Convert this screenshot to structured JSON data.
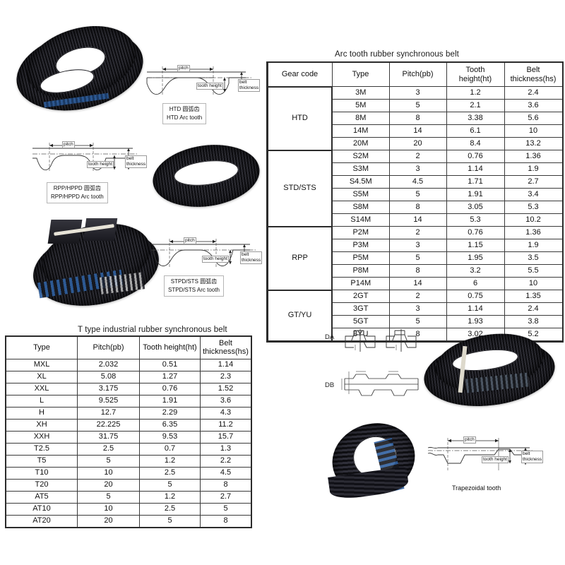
{
  "arc_table": {
    "title": "Arc tooth rubber synchronous belt",
    "columns": [
      "Gear code",
      "Type",
      "Pitch(pb)",
      "Tooth height(ht)",
      "Belt thickness(hs)"
    ],
    "column_lines": [
      [
        "Gear code"
      ],
      [
        "Type"
      ],
      [
        "Pitch(pb)"
      ],
      [
        "Tooth",
        "height(ht)"
      ],
      [
        "Belt",
        "thickness(hs)"
      ]
    ],
    "groups": [
      {
        "gear_code": "HTD",
        "rows": [
          {
            "type": "3M",
            "pitch": "3",
            "tooth_height": "1.2",
            "belt_thickness": "2.4"
          },
          {
            "type": "5M",
            "pitch": "5",
            "tooth_height": "2.1",
            "belt_thickness": "3.6"
          },
          {
            "type": "8M",
            "pitch": "8",
            "tooth_height": "3.38",
            "belt_thickness": "5.6"
          },
          {
            "type": "14M",
            "pitch": "14",
            "tooth_height": "6.1",
            "belt_thickness": "10"
          },
          {
            "type": "20M",
            "pitch": "20",
            "tooth_height": "8.4",
            "belt_thickness": "13.2"
          }
        ]
      },
      {
        "gear_code": "STD/STS",
        "rows": [
          {
            "type": "S2M",
            "pitch": "2",
            "tooth_height": "0.76",
            "belt_thickness": "1.36"
          },
          {
            "type": "S3M",
            "pitch": "3",
            "tooth_height": "1.14",
            "belt_thickness": "1.9"
          },
          {
            "type": "S4.5M",
            "pitch": "4.5",
            "tooth_height": "1.71",
            "belt_thickness": "2.7"
          },
          {
            "type": "S5M",
            "pitch": "5",
            "tooth_height": "1.91",
            "belt_thickness": "3.4"
          },
          {
            "type": "S8M",
            "pitch": "8",
            "tooth_height": "3.05",
            "belt_thickness": "5.3"
          },
          {
            "type": "S14M",
            "pitch": "14",
            "tooth_height": "5.3",
            "belt_thickness": "10.2"
          }
        ]
      },
      {
        "gear_code": "RPP",
        "rows": [
          {
            "type": "P2M",
            "pitch": "2",
            "tooth_height": "0.76",
            "belt_thickness": "1.36"
          },
          {
            "type": "P3M",
            "pitch": "3",
            "tooth_height": "1.15",
            "belt_thickness": "1.9"
          },
          {
            "type": "P5M",
            "pitch": "5",
            "tooth_height": "1.95",
            "belt_thickness": "3.5"
          },
          {
            "type": "P8M",
            "pitch": "8",
            "tooth_height": "3.2",
            "belt_thickness": "5.5"
          },
          {
            "type": "P14M",
            "pitch": "14",
            "tooth_height": "6",
            "belt_thickness": "10"
          }
        ]
      },
      {
        "gear_code": "GT/YU",
        "rows": [
          {
            "type": "2GT",
            "pitch": "2",
            "tooth_height": "0.75",
            "belt_thickness": "1.35"
          },
          {
            "type": "3GT",
            "pitch": "3",
            "tooth_height": "1.14",
            "belt_thickness": "2.4"
          },
          {
            "type": "5GT",
            "pitch": "5",
            "tooth_height": "1.93",
            "belt_thickness": "3.8"
          },
          {
            "type": "8YU",
            "pitch": "8",
            "tooth_height": "3.02",
            "belt_thickness": "5.2"
          }
        ]
      }
    ]
  },
  "ttype_table": {
    "title": "T type industrial rubber synchronous belt",
    "columns": [
      "Type",
      "Pitch(pb)",
      "Tooth height(ht)",
      "Belt thickness(hs)"
    ],
    "rows": [
      {
        "type": "MXL",
        "pitch": "2.032",
        "tooth_height": "0.51",
        "belt_thickness": "1.14"
      },
      {
        "type": "XL",
        "pitch": "5.08",
        "tooth_height": "1.27",
        "belt_thickness": "2.3"
      },
      {
        "type": "XXL",
        "pitch": "3.175",
        "tooth_height": "0.76",
        "belt_thickness": "1.52"
      },
      {
        "type": "L",
        "pitch": "9.525",
        "tooth_height": "1.91",
        "belt_thickness": "3.6"
      },
      {
        "type": "H",
        "pitch": "12.7",
        "tooth_height": "2.29",
        "belt_thickness": "4.3"
      },
      {
        "type": "XH",
        "pitch": "22.225",
        "tooth_height": "6.35",
        "belt_thickness": "11.2"
      },
      {
        "type": "XXH",
        "pitch": "31.75",
        "tooth_height": "9.53",
        "belt_thickness": "15.7"
      },
      {
        "type": "T2.5",
        "pitch": "2.5",
        "tooth_height": "0.7",
        "belt_thickness": "1.3"
      },
      {
        "type": "T5",
        "pitch": "5",
        "tooth_height": "1.2",
        "belt_thickness": "2.2"
      },
      {
        "type": "T10",
        "pitch": "10",
        "tooth_height": "2.5",
        "belt_thickness": "4.5"
      },
      {
        "type": "T20",
        "pitch": "20",
        "tooth_height": "5",
        "belt_thickness": "8"
      },
      {
        "type": "AT5",
        "pitch": "5",
        "tooth_height": "1.2",
        "belt_thickness": "2.7"
      },
      {
        "type": "AT10",
        "pitch": "10",
        "tooth_height": "2.5",
        "belt_thickness": "5"
      },
      {
        "type": "AT20",
        "pitch": "20",
        "tooth_height": "5",
        "belt_thickness": "8"
      }
    ]
  },
  "diagrams": {
    "htd": {
      "caption_cn": "HTD 圆弧齿",
      "caption_en": "HTD Arc tooth",
      "pitch_label": "pitch",
      "tooth_height_label": "tooth height",
      "belt_thickness_label_line1": "belt",
      "belt_thickness_label_line2": "thickness"
    },
    "rpp": {
      "caption_cn": "RPP/HPPD 圆弧齿",
      "caption_en": "RPP/HPPD Arc tooth",
      "pitch_label": "pitch",
      "tooth_height_label": "tooth height",
      "belt_thickness_label_line1": "belt",
      "belt_thickness_label_line2": "thickness"
    },
    "stpd": {
      "caption_cn": "STPD/STS 圆弧齿",
      "caption_en": "STPD/STS Arc tooth",
      "pitch_label": "pitch",
      "tooth_height_label": "tooth height",
      "belt_thickness_label_line1": "belt",
      "belt_thickness_label_line2": "thickness"
    },
    "trapezoidal": {
      "caption_en": "Trapezoidal tooth",
      "pitch_label": "pitch",
      "tooth_height_label": "tooth height",
      "belt_thickness_label_line1": "belt",
      "belt_thickness_label_line2": "thickness"
    },
    "double_sided": {
      "da_label": "DA",
      "db_label": "DB"
    }
  },
  "colors": {
    "rule": "#2b2b2b",
    "grid": "#3a3a3a",
    "text": "#111111",
    "belt_dark": "#15151a",
    "belt_blue": "#2f5f9e",
    "page_bg": "#ffffff"
  }
}
